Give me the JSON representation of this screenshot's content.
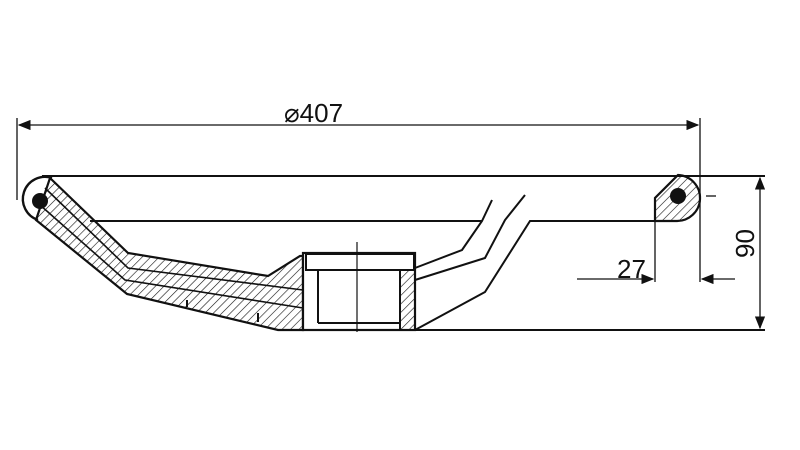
{
  "drawing": {
    "diameter_label": "⌀407",
    "height_label": "90",
    "rim_label": "27",
    "line_color": "#111111",
    "background": "#ffffff"
  }
}
